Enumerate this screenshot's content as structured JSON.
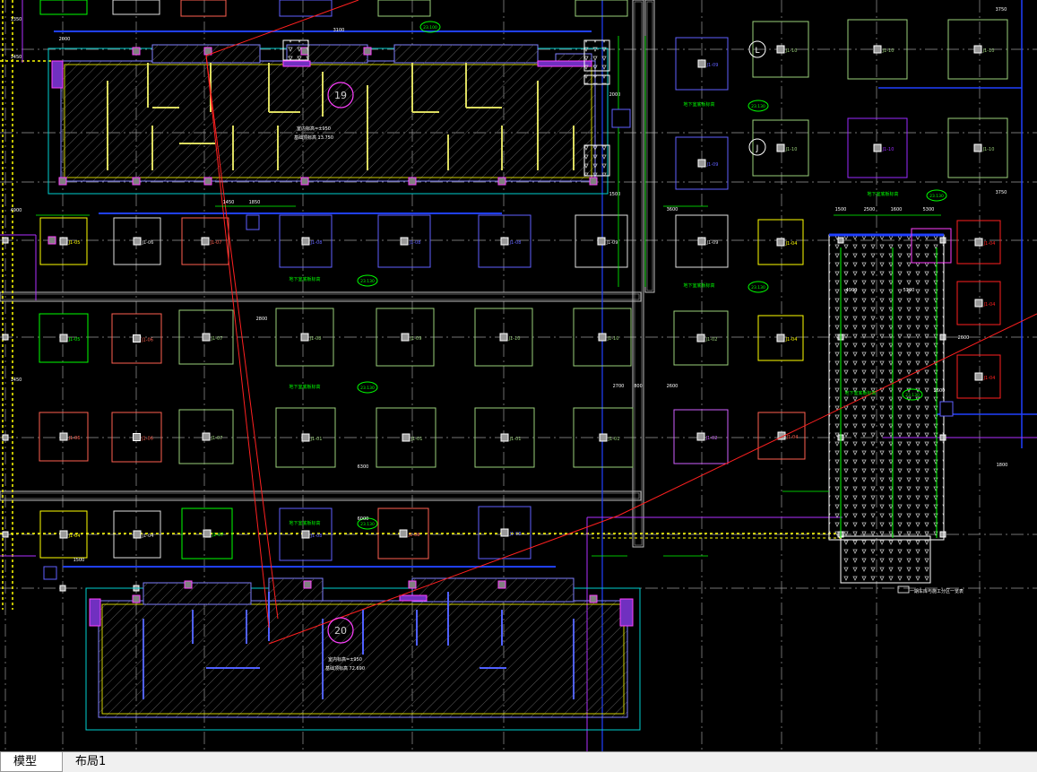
{
  "model_space": {
    "buildings": [
      {
        "number": "19",
        "note_line1": "室内标高=±950",
        "note_line2": "基础顶标高 13.750"
      },
      {
        "number": "20",
        "note_line1": "室内标高=±950",
        "note_line2": "基础顶标高 72.690"
      }
    ],
    "axis_bubbles": [
      "L",
      "J"
    ],
    "legend_note": "一期车库与施工分区一览表",
    "green_notes": [
      "地下室底板标高",
      "地下室底板标高",
      "地下室底板标高",
      "地下室底板标高",
      "地下室底板标高",
      "地下室底板标高",
      "地下室底板标高"
    ],
    "elevation_tags": [
      "23.100",
      "23.130",
      "23.130",
      "23.130",
      "23.130",
      "23.130",
      "23.130",
      "23.130"
    ],
    "dim_labels": [
      "1350",
      "1450",
      "2000",
      "2000",
      "1500",
      "1850",
      "1450",
      "4900",
      "3600",
      "1500",
      "2500",
      "1600",
      "5300",
      "4900",
      "2600",
      "5300",
      "2600",
      "2600",
      "3750",
      "3750",
      "1450",
      "3100",
      "6300",
      "6000",
      "2700",
      "800",
      "1500",
      "2800",
      "1800"
    ],
    "footing_labels": [
      "J1-05",
      "J1-06",
      "J1-07",
      "J1-08",
      "J1-09",
      "J1-10",
      "J1-04",
      "J1-03",
      "J1-02",
      "J1-01",
      "J1-11",
      "J1-12"
    ],
    "colors": {
      "yellow": "#ffff00",
      "cyan": "#00ffff",
      "green": "#00ff00",
      "white": "#ffffff",
      "red": "#ff0000",
      "magenta": "#ff00ff",
      "blue": "#0000ff",
      "violet": "#9a2aff",
      "salmon": "#ff6050"
    }
  },
  "tabs": [
    {
      "label": "模型",
      "active": true
    },
    {
      "label": "布局1",
      "active": false
    }
  ]
}
